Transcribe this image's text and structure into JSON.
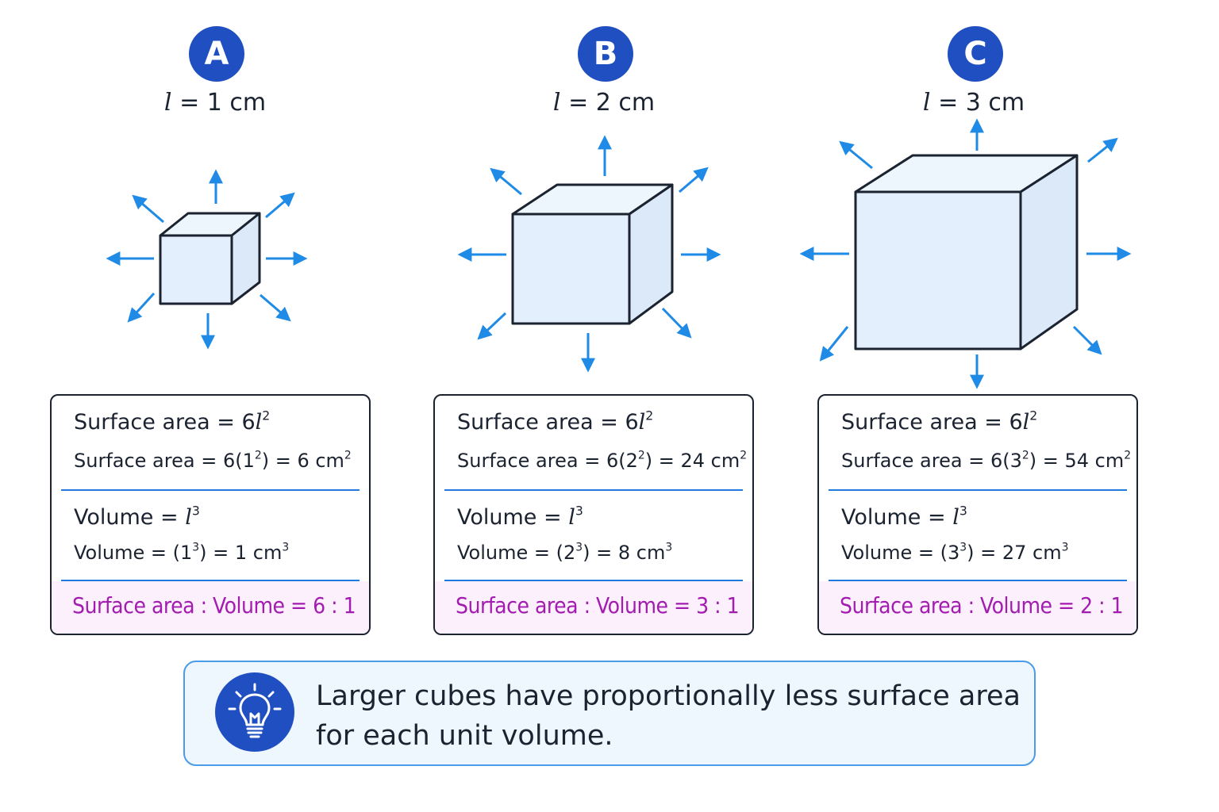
{
  "cubes": [
    {
      "badge": "A",
      "length": "= 1 cm",
      "surface_formula_prefix": "Surface area = 6",
      "surface_calc_prefix": "Surface area = 6(1",
      "surface_calc_suffix": ") = 6 cm",
      "volume_formula_prefix": "Volume = ",
      "volume_calc_prefix": "Volume = (1",
      "volume_calc_suffix": ") = 1 cm",
      "ratio": "Surface area : Volume = 6 : 1"
    },
    {
      "badge": "B",
      "length": "= 2 cm",
      "surface_formula_prefix": "Surface area = 6",
      "surface_calc_prefix": "Surface area = 6(2",
      "surface_calc_suffix": ") = 24 cm",
      "volume_formula_prefix": "Volume = ",
      "volume_calc_prefix": "Volume = (2",
      "volume_calc_suffix": ") = 8 cm",
      "ratio": "Surface area : Volume = 3 : 1"
    },
    {
      "badge": "C",
      "length": "= 3 cm",
      "surface_formula_prefix": "Surface area = 6",
      "surface_calc_prefix": "Surface area = 6(3",
      "surface_calc_suffix": ") = 54 cm",
      "volume_formula_prefix": "Volume = ",
      "volume_calc_prefix": "Volume = (3",
      "volume_calc_suffix": ") = 27 cm",
      "ratio": "Surface area : Volume = 2 : 1"
    }
  ],
  "symbols": {
    "length_var": "l",
    "square": "2",
    "cube": "3"
  },
  "insight": {
    "text": "Larger cubes have proportionally less surface area for each unit volume.",
    "icon": "lightbulb-icon"
  },
  "colors": {
    "badge": "#1f4fc0",
    "cube_fill": "#e3effc",
    "arrow": "#1f8be6",
    "divider": "#1f7ae0",
    "ratio_text": "#a21cb0",
    "ratio_fill": "#fcf0fc",
    "insight_border": "#4a9be8",
    "insight_fill": "#eef6fe"
  }
}
